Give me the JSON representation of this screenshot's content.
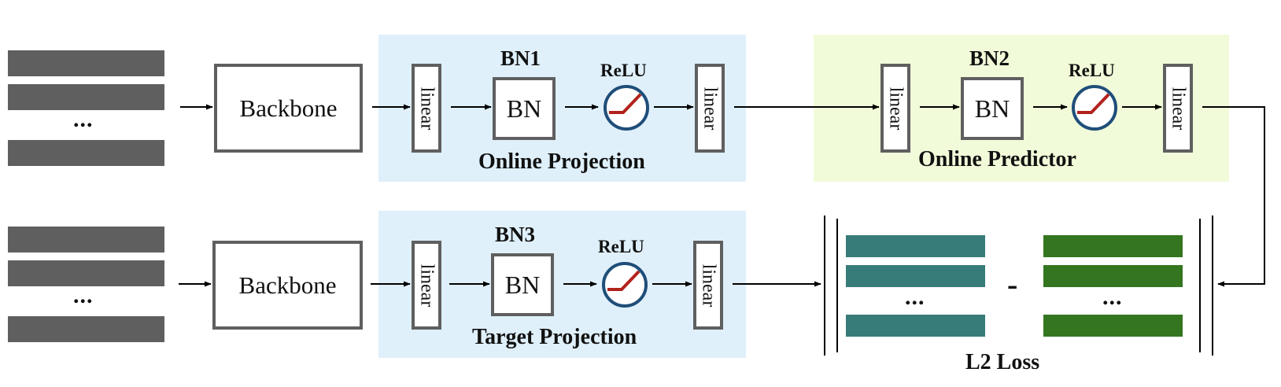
{
  "colors": {
    "projection_panel": "#dff0fb",
    "predictor_panel": "#f1fbd9",
    "gray_block": "#5f5f5f",
    "teal_bar": "#377c78",
    "green_bar": "#33761f",
    "relu_circle": "#1f4e79",
    "relu_line": "#b2221c"
  },
  "online": {
    "dots": "...",
    "backbone": "Backbone",
    "projection": {
      "label": "Online Projection",
      "linear1": "linear",
      "bn_title": "BN1",
      "bn": "BN",
      "relu": "ReLU",
      "linear2": "linear"
    },
    "predictor": {
      "label": "Online Predictor",
      "linear1": "linear",
      "bn_title": "BN2",
      "bn": "BN",
      "relu": "ReLU",
      "linear2": "linear"
    }
  },
  "target": {
    "dots": "...",
    "backbone": "Backbone",
    "projection": {
      "label": "Target Projection",
      "linear1": "linear",
      "bn_title": "BN3",
      "bn": "BN",
      "relu": "ReLU",
      "linear2": "linear"
    }
  },
  "loss": {
    "left_dots": "...",
    "minus": "-",
    "right_dots": "...",
    "label": "L2 Loss"
  }
}
